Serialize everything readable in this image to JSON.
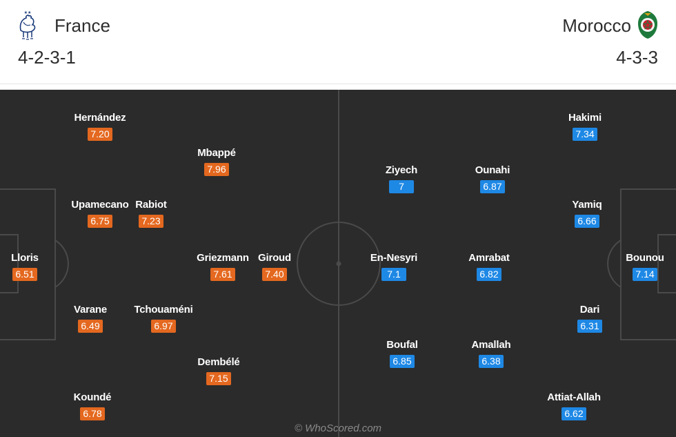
{
  "home": {
    "name": "France",
    "formation": "4-2-3-1",
    "crest_icon": "rooster-crest-icon",
    "rating_color": "#e4681f",
    "players": [
      {
        "name": "Hernández",
        "rating": "7.20"
      },
      {
        "name": "Mbappé",
        "rating": "7.96"
      },
      {
        "name": "Upamecano",
        "rating": "6.75"
      },
      {
        "name": "Rabiot",
        "rating": "7.23"
      },
      {
        "name": "Lloris",
        "rating": "6.51"
      },
      {
        "name": "Griezmann",
        "rating": "7.61"
      },
      {
        "name": "Giroud",
        "rating": "7.40"
      },
      {
        "name": "Varane",
        "rating": "6.49"
      },
      {
        "name": "Tchouaméni",
        "rating": "6.97"
      },
      {
        "name": "Dembélé",
        "rating": "7.15"
      },
      {
        "name": "Koundé",
        "rating": "6.78"
      }
    ]
  },
  "away": {
    "name": "Morocco",
    "formation": "4-3-3",
    "crest_icon": "morocco-crest-icon",
    "rating_color": "#1e88e5",
    "players": [
      {
        "name": "Hakimi",
        "rating": "7.34"
      },
      {
        "name": "Ziyech",
        "rating": "7"
      },
      {
        "name": "Ounahi",
        "rating": "6.87"
      },
      {
        "name": "Yamiq",
        "rating": "6.66"
      },
      {
        "name": "En-Nesyri",
        "rating": "7.1"
      },
      {
        "name": "Amrabat",
        "rating": "6.82"
      },
      {
        "name": "Bounou",
        "rating": "7.14"
      },
      {
        "name": "Dari",
        "rating": "6.31"
      },
      {
        "name": "Boufal",
        "rating": "6.85"
      },
      {
        "name": "Amallah",
        "rating": "6.38"
      },
      {
        "name": "Attiat-Allah",
        "rating": "6.62"
      }
    ]
  },
  "pitch_color": "#2b2b2b",
  "watermark": "© WhoScored.com"
}
